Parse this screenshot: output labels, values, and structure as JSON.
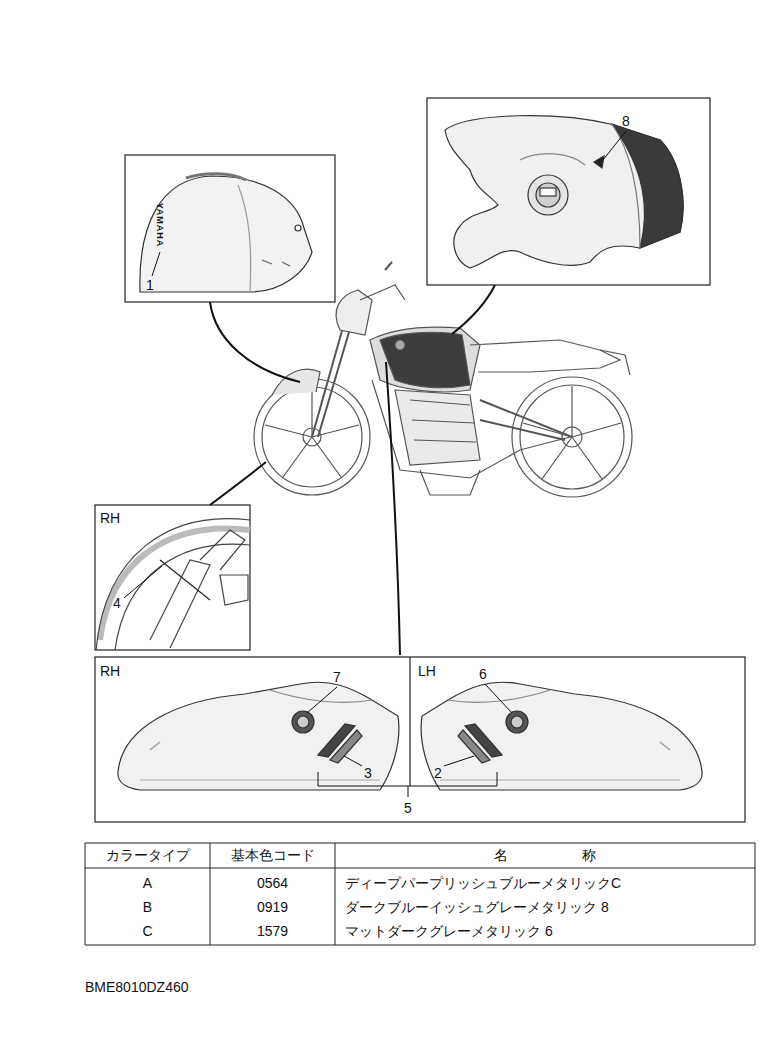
{
  "diagram": {
    "labels": [
      "8",
      "YAMAHA",
      "1",
      "RH",
      "4",
      "RH",
      "7",
      "3",
      "LH",
      "6",
      "2",
      "5",
      "カラータイプ",
      "基本色コード",
      "名 称",
      "A",
      "0564",
      "ディープパープリッシュブルーメタリックC",
      "B",
      "0919",
      "ダークブルーイッシュグレーメタリック 8",
      "C",
      "1579",
      "マットダークグレーメタリック 6",
      "BME8010DZ460"
    ]
  }
}
